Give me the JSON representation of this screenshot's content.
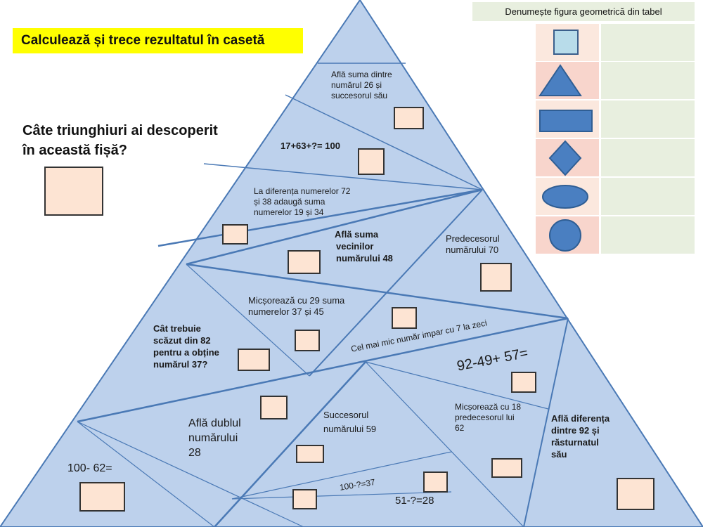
{
  "title": "Calculează și trece rezultatul în casetă",
  "question": {
    "line1": "Câte triunghiuri ai descoperit",
    "line2": "în această fișă?"
  },
  "shapes_table": {
    "header": "Denumește figura geometrică din tabel",
    "rows": [
      {
        "shape": "square-icon",
        "fill": "#b8dcea"
      },
      {
        "shape": "triangle-icon",
        "fill": "#4a7fc1"
      },
      {
        "shape": "rectangle-icon",
        "fill": "#4a7fc1"
      },
      {
        "shape": "diamond-icon",
        "fill": "#4a7fc1"
      },
      {
        "shape": "ellipse-icon",
        "fill": "#4a7fc1"
      },
      {
        "shape": "circle-icon",
        "fill": "#4a7fc1"
      }
    ],
    "row_colors": [
      "#fbe8de",
      "#f8d5cc",
      "#fbe8de",
      "#f8d5cc",
      "#fbe8de",
      "#f8d5cc"
    ]
  },
  "exercises": {
    "e1": {
      "l1": "Află suma dintre",
      "l2": "numărul 26 și",
      "l3": "succesorul său"
    },
    "e2": "17+63+?= 100",
    "e3": {
      "l1": "La diferența numerelor 72",
      "l2": "și 38  adaugă suma",
      "l3": "numerelor 19 și 34"
    },
    "e4": {
      "l1": "Află suma",
      "l2": "vecinilor",
      "l3": "numărului 48"
    },
    "e5": {
      "l1": "Predecesorul",
      "l2": "numărului  70"
    },
    "e6": {
      "l1": "Micșorează cu 29 suma",
      "l2": "numerelor  37 și 45"
    },
    "e7": {
      "l1": "Cât trebuie",
      "l2": "scăzut din 82",
      "l3": "pentru a obține",
      "l4": "numărul 37?"
    },
    "e8": "Cel mai mic număr impar cu 7 la zeci",
    "e9": "92-49+ 57=",
    "e10": {
      "l1": "Află dublul",
      "l2": "numărului",
      "l3": "28"
    },
    "e11": {
      "l1": "Succesorul",
      "l2": "numărului  59"
    },
    "e12": {
      "l1": "Micșorează cu 18",
      "l2": "predecesorul lui",
      "l3": "62"
    },
    "e13": {
      "l1": "Află diferența",
      "l2": "dintre 92 și",
      "l3": "răsturnatul",
      "l4": "său"
    },
    "e14": "100- 62=",
    "e15": "100-?=37",
    "e16": "51-?=28"
  },
  "colors": {
    "triangle_fill": "#bdd1ec",
    "triangle_stroke": "#4a79b5",
    "answer_box_fill": "#fde4d3",
    "title_bg": "#ffff00",
    "table_green": "#e8efdf"
  }
}
